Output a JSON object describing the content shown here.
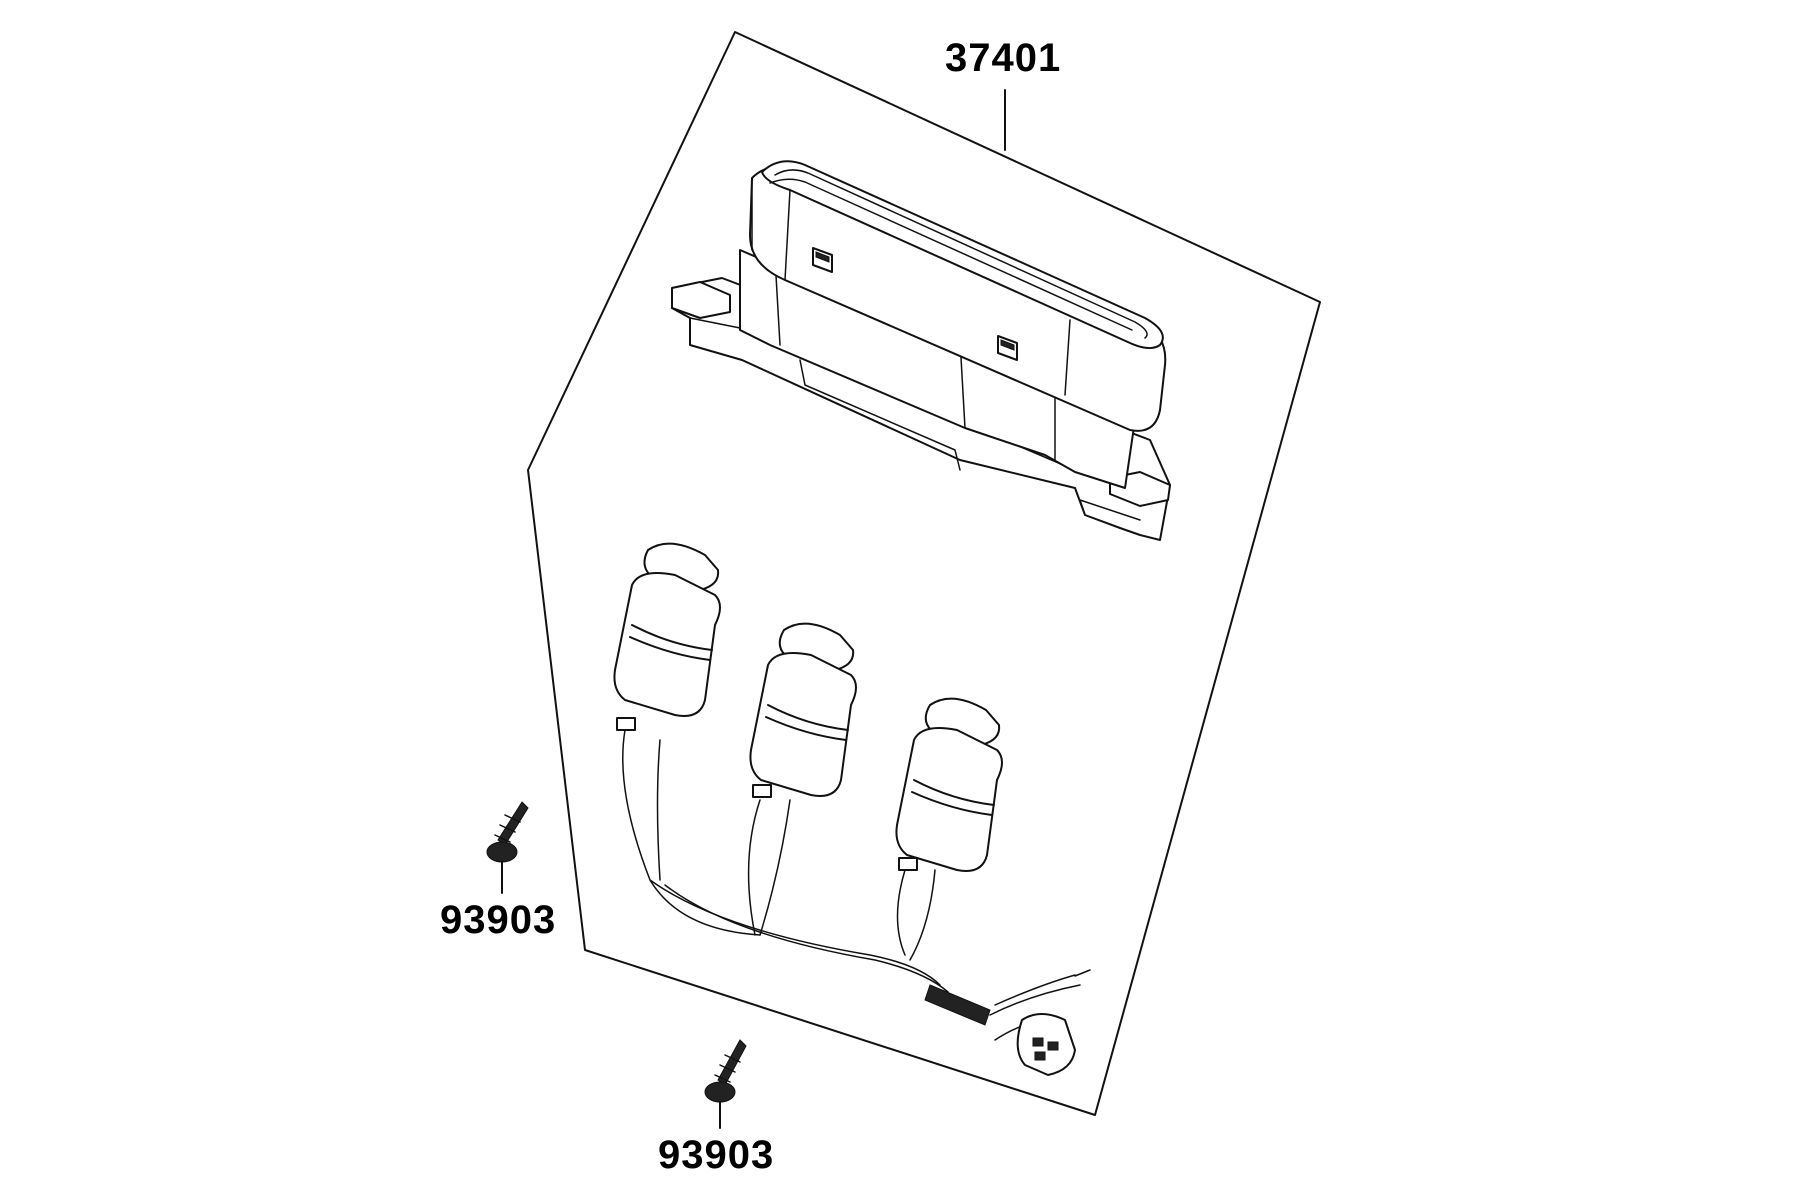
{
  "diagram": {
    "part_labels": {
      "meter_assembly": "37401",
      "screw_left": "93903",
      "screw_bottom": "93903"
    }
  }
}
